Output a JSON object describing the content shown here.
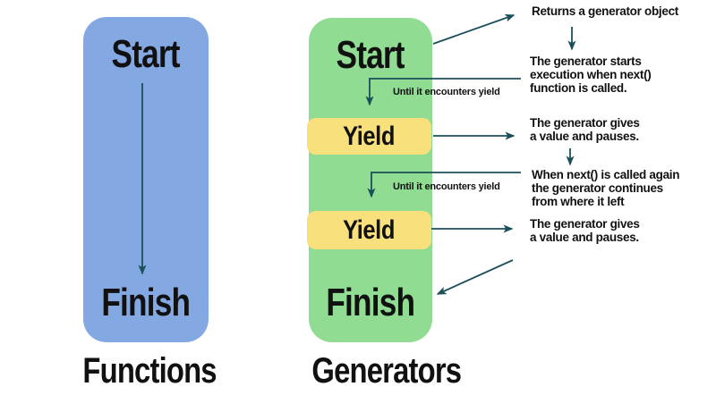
{
  "colors": {
    "function_box": "#84a9e2",
    "generator_box": "#8fdc92",
    "yield_box": "#f8e17d",
    "arrow": "#1b505a",
    "text": "#111111",
    "background": "#ffffff"
  },
  "functions": {
    "title": "Functions",
    "start": "Start",
    "finish": "Finish"
  },
  "generators": {
    "title": "Generators",
    "start": "Start",
    "finish": "Finish",
    "yields": [
      "Yield",
      "Yield"
    ]
  },
  "annotations": {
    "returns_object": "Returns a generator object",
    "starts_execution": "The generator starts\nexecution when next()\nfunction is called.",
    "gives_value_1": "The generator gives\na value and pauses.",
    "next_called_again": "When next() is called again\nthe generator continues\nfrom where it left",
    "gives_value_2": "The generator gives\na value and pauses.",
    "until_yield_1": "Until it encounters yield",
    "until_yield_2": "Until it encounters yield"
  }
}
